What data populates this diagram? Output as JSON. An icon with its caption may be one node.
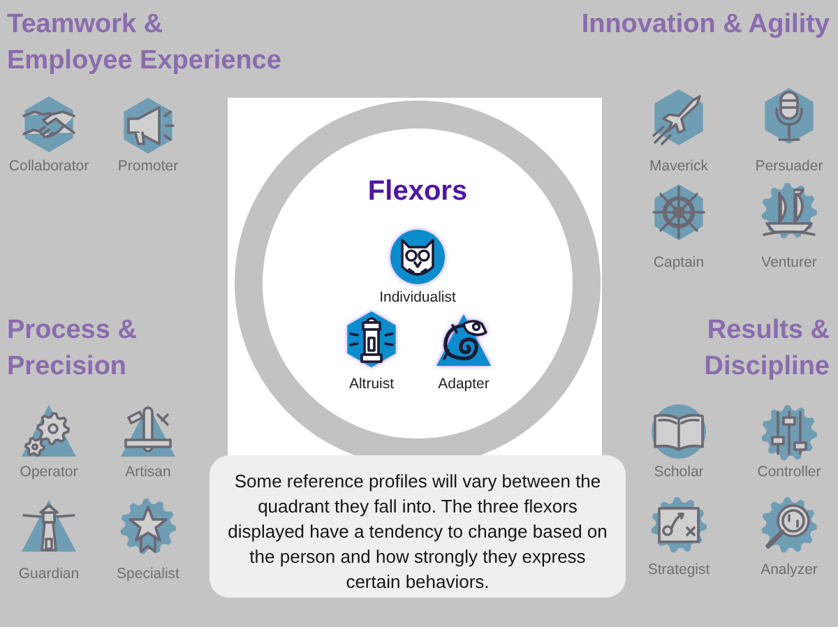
{
  "diagram": {
    "nodes": [
      {
        "text": [
          "Collaborator"
        ]
      },
      {
        "text": [
          "Promoter"
        ]
      },
      {
        "text": [
          "Maverick"
        ]
      },
      {
        "text": [
          "Persuader"
        ]
      },
      {
        "text": [
          "Captain"
        ]
      },
      {
        "text": [
          "Venturer"
        ]
      },
      {
        "text": [
          "Flexors"
        ]
      },
      {
        "text": [
          "Individualist"
        ],
        "in": 6
      },
      {
        "text": [
          "Altruist"
        ],
        "in": 6
      },
      {
        "text": [
          "Adapter"
        ],
        "in": 6
      },
      {
        "text": [
          "Operator"
        ]
      },
      {
        "text": [
          "Artisan"
        ]
      },
      {
        "text": [
          "Guardian"
        ]
      },
      {
        "text": [
          "Specialist"
        ]
      },
      {
        "text": [
          "Scholar"
        ]
      },
      {
        "text": [
          "Controller"
        ]
      },
      {
        "text": [
          "Strategist"
        ]
      },
      {
        "text": [
          "Analyzer"
        ]
      },
      {
        "text": [
          "Some reference profiles will vary between the quadrant they fall into. The three flexors displayed have a tendency to change based on the person and how strongly they express certain behaviors."
        ]
      }
    ],
    "labels": [
      "Teamwork & Employee Experience",
      "Innovation & Agility",
      "Process & Precision",
      "Results & Discipline"
    ]
  }
}
